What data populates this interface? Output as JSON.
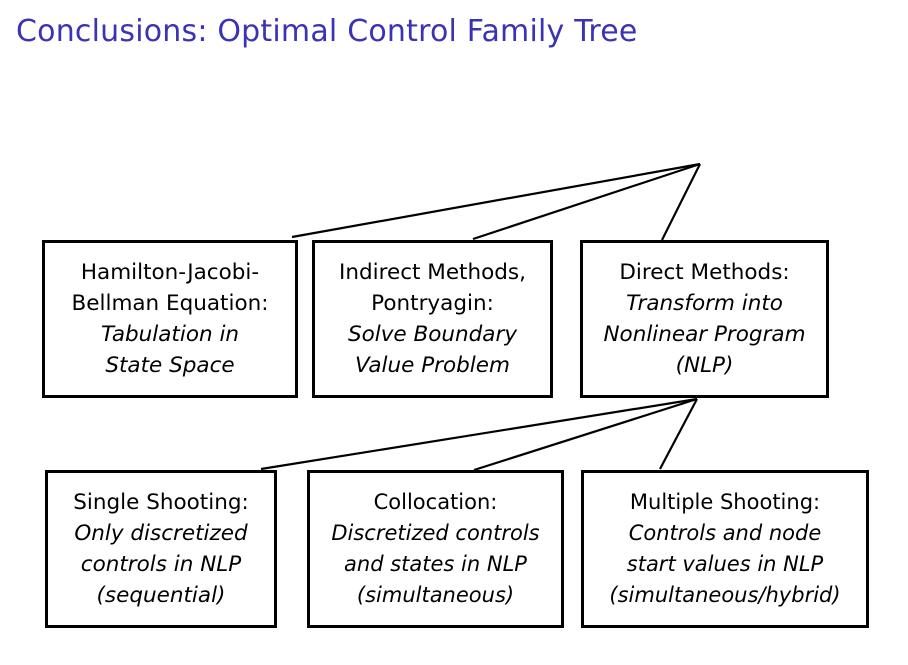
{
  "slide": {
    "title": "Conclusions: Optimal Control Family Tree",
    "title_color": "#3b33b5",
    "background_color": "#ffffff",
    "box_border_color": "#000000",
    "connector_color": "#000000"
  },
  "nodes": {
    "hjb": {
      "name": "Hamilton-Jacobi-Bellman Equation",
      "lines": [
        {
          "text": "Hamilton-Jacobi-",
          "style": "upright"
        },
        {
          "text": "Bellman Equation:",
          "style": "upright"
        },
        {
          "text": "Tabulation in",
          "style": "italic"
        },
        {
          "text": "State Space",
          "style": "italic"
        }
      ]
    },
    "indirect": {
      "name": "Indirect Methods, Pontryagin",
      "lines": [
        {
          "text": "Indirect Methods,",
          "style": "upright"
        },
        {
          "text": "Pontryagin:",
          "style": "upright"
        },
        {
          "text": "Solve Boundary",
          "style": "italic"
        },
        {
          "text": "Value Problem",
          "style": "italic"
        }
      ]
    },
    "direct": {
      "name": "Direct Methods",
      "lines": [
        {
          "text": "Direct Methods:",
          "style": "upright"
        },
        {
          "text": "Transform into",
          "style": "italic"
        },
        {
          "text": "Nonlinear Program",
          "style": "italic"
        },
        {
          "text": "(NLP)",
          "style": "italic"
        }
      ]
    },
    "single_shooting": {
      "name": "Single Shooting",
      "lines": [
        {
          "text": "Single Shooting:",
          "style": "upright"
        },
        {
          "text": "Only discretized",
          "style": "italic"
        },
        {
          "text": "controls in NLP",
          "style": "italic"
        },
        {
          "text": "(sequential)",
          "style": "italic"
        }
      ]
    },
    "collocation": {
      "name": "Collocation",
      "lines": [
        {
          "text": "Collocation:",
          "style": "upright"
        },
        {
          "text": "Discretized controls",
          "style": "italic"
        },
        {
          "text": "and states in NLP",
          "style": "italic"
        },
        {
          "text": "(simultaneous)",
          "style": "italic"
        }
      ]
    },
    "multiple_shooting": {
      "name": "Multiple Shooting",
      "lines": [
        {
          "text": "Multiple Shooting:",
          "style": "upright"
        },
        {
          "text": "Controls and node",
          "style": "italic"
        },
        {
          "text": "start values in NLP",
          "style": "italic"
        },
        {
          "text": "(simultaneous/hybrid)",
          "style": "italic"
        }
      ]
    }
  },
  "connectors": {
    "top_fan_apex": [
      700,
      164
    ],
    "bottom_fan_apex": [
      697,
      399
    ],
    "edges": [
      {
        "from": "top-apex",
        "to": "hjb-top-right"
      },
      {
        "from": "top-apex",
        "to": "indirect-top-right"
      },
      {
        "from": "top-apex",
        "to": "direct-top"
      },
      {
        "from": "direct-bottom",
        "to": "single-shooting-top-right"
      },
      {
        "from": "direct-bottom",
        "to": "collocation-top-right"
      },
      {
        "from": "direct-bottom",
        "to": "multiple-shooting-top"
      }
    ]
  }
}
